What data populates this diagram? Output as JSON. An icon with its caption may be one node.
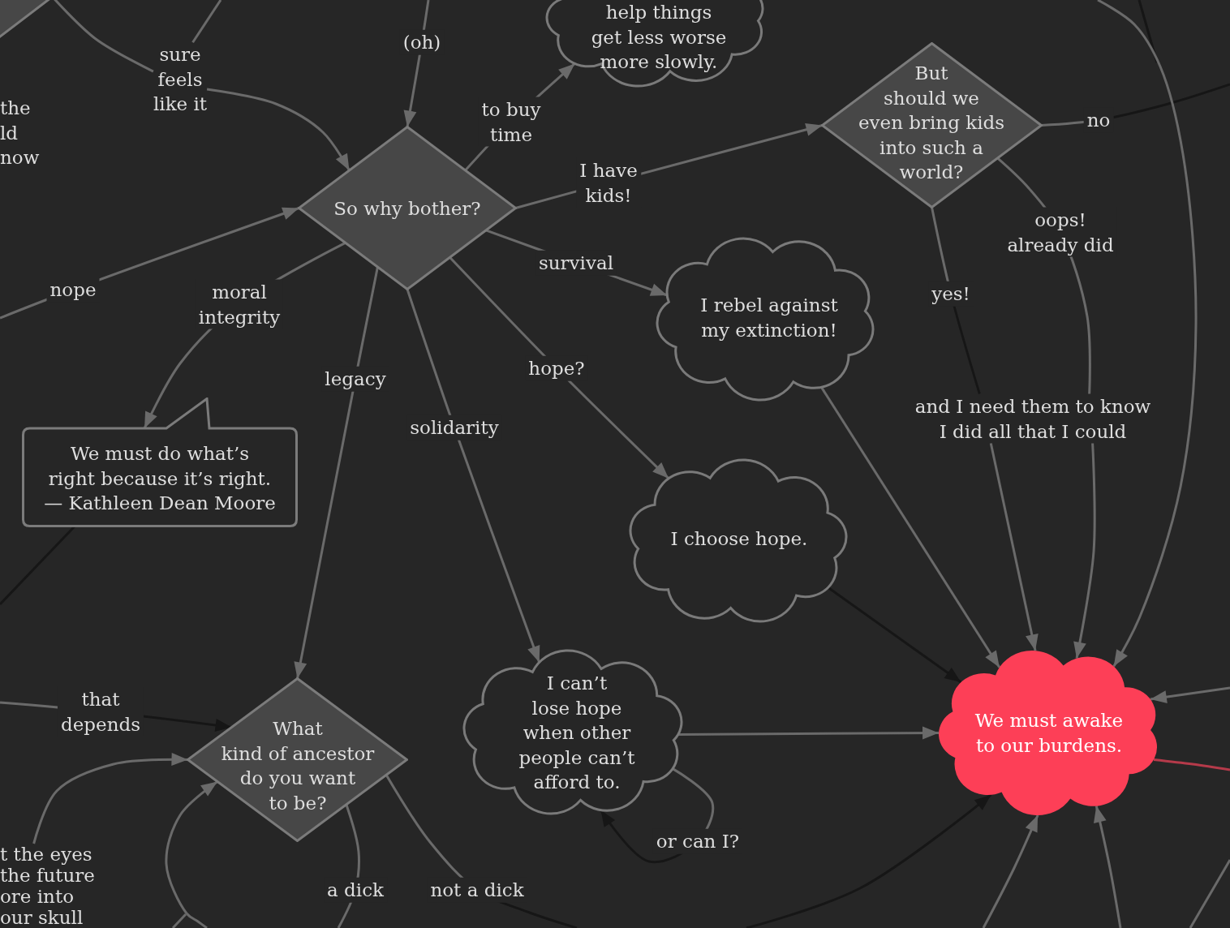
{
  "diagram": {
    "nodes": [
      {
        "text": [],
        "shape": "diamond"
      },
      {
        "text": [
          "help things get less worse more slowly."
        ]
      },
      {
        "text": [
          "sure feels like it"
        ]
      },
      {
        "text": [
          "So why bother?"
        ]
      },
      {
        "text": [
          "But should we even bring kids into such a world?"
        ]
      },
      {
        "text": [
          "I rebel against my extinction!"
        ]
      },
      {
        "text": [
          "We must do what’s right because it’s right.",
          "— Kathleen Dean Moore"
        ]
      },
      {
        "text": [
          "and I need them to know I did all that I could"
        ]
      },
      {
        "text": [
          "I choose hope."
        ]
      },
      {
        "text": [
          "What kind of ancestor do you want to be?"
        ]
      },
      {
        "text": [
          "I can’t lose hope when other people can’t afford to."
        ]
      },
      {
        "text": [
          "We must awake to our burdens."
        ]
      },
      {
        "text": [
          "t the eyes the future ore into our skull"
        ]
      }
    ],
    "edges": [
      {
        "from": 0,
        "to": 2,
        "arrow": "none"
      },
      {
        "from": null,
        "to": 2,
        "arrow": "none"
      },
      {
        "from": 2,
        "to": 3,
        "arrow": "to"
      },
      {
        "from": null,
        "to": 3,
        "label": "(oh)",
        "arrow": "to"
      },
      {
        "from": null,
        "to": 3,
        "label": "nope",
        "arrow": "to"
      },
      {
        "from": 3,
        "to": 1,
        "label": "to buy time",
        "arrow": "to"
      },
      {
        "from": 3,
        "to": 4,
        "label": "I have kids!",
        "arrow": "to"
      },
      {
        "from": 3,
        "to": 5,
        "label": "survival",
        "arrow": "to"
      },
      {
        "from": 3,
        "to": 6,
        "label": "moral integrity",
        "arrow": "to"
      },
      {
        "from": 3,
        "to": 9,
        "label": "legacy",
        "arrow": "to"
      },
      {
        "from": 3,
        "to": 10,
        "label": "solidarity",
        "arrow": "to"
      },
      {
        "from": 3,
        "to": 8,
        "label": "hope?",
        "arrow": "to"
      },
      {
        "from": 4,
        "to": null,
        "label": "no",
        "arrow": "none",
        "color": "#161616"
      },
      {
        "from": 4,
        "to": 7,
        "label": "yes!",
        "arrow": "none",
        "color": "#161616"
      },
      {
        "from": 4,
        "to": 7,
        "label": "oops! already did",
        "arrow": "none"
      },
      {
        "from": 7,
        "to": 11,
        "arrow": "to"
      },
      {
        "from": 7,
        "to": 11,
        "arrow": "to"
      },
      {
        "from": 5,
        "to": 11,
        "arrow": "to"
      },
      {
        "from": null,
        "to": 11,
        "arrow": "to"
      },
      {
        "from": null,
        "to": 11,
        "arrow": "to"
      },
      {
        "from": 11,
        "to": null,
        "arrow": "none",
        "color": "#b53a4a"
      },
      {
        "from": 8,
        "to": 11,
        "arrow": "to",
        "color": "#161616"
      },
      {
        "from": 10,
        "to": 11,
        "arrow": "to"
      },
      {
        "from": null,
        "to": 11,
        "arrow": "to",
        "color": "#161616"
      },
      {
        "from": null,
        "to": 11,
        "arrow": "to"
      },
      {
        "from": null,
        "to": 11,
        "arrow": "to"
      },
      {
        "from": 10,
        "to": 10,
        "label": "or can I?",
        "arrow": "to",
        "color": "#161616"
      },
      {
        "from": null,
        "to": 9,
        "label": "that depends",
        "arrow": "to",
        "color": "#161616"
      },
      {
        "from": 12,
        "to": 9,
        "arrow": "to"
      },
      {
        "from": 9,
        "to": null,
        "label": "a dick",
        "arrow": "none"
      },
      {
        "from": 9,
        "to": null,
        "label": "not a dick",
        "arrow": "none",
        "color": "#161616"
      },
      {
        "from": null,
        "to": 9,
        "arrow": "to"
      },
      {
        "from": 6,
        "to": null,
        "arrow": "none",
        "color": "#161616"
      }
    ],
    "labels": [
      "the ld now"
    ]
  }
}
